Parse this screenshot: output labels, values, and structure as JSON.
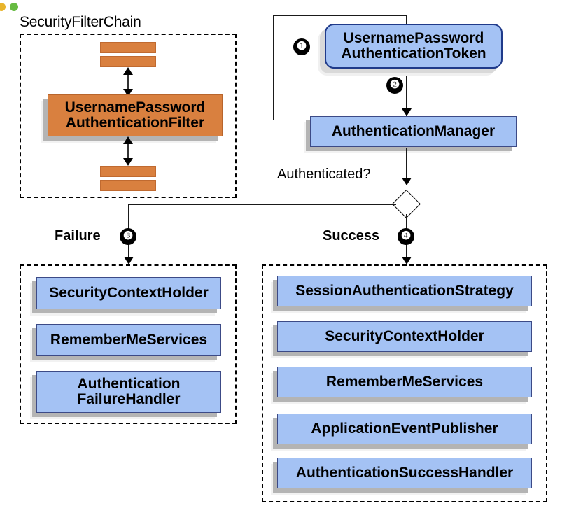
{
  "window": {
    "dots": [
      {
        "name": "amber-dot",
        "color": "#e8b42c"
      },
      {
        "name": "green-dot",
        "color": "#67bb42"
      }
    ]
  },
  "diagram": {
    "title": "SecurityFilterChain",
    "palette": {
      "blue_fill": "#a4c2f4",
      "blue_border": "#3c4a86",
      "orange_fill": "#d9803f",
      "orange_border": "#b8652c",
      "shadow": "#b4b4b4",
      "line": "#000000",
      "dashed_border": "#000000"
    },
    "filter_chain": {
      "label": "SecurityFilterChain",
      "filter_node": "UsernamePassword\nAuthenticationFilter",
      "upper_bars": 2,
      "lower_bars": 2
    },
    "flow": {
      "token_node": "UsernamePassword\nAuthenticationToken",
      "manager_node": "AuthenticationManager",
      "decision_label": "Authenticated?",
      "failure_label": "Failure",
      "success_label": "Success"
    },
    "badges": [
      {
        "id": "step-1",
        "text": "❶",
        "number": 1
      },
      {
        "id": "step-2",
        "text": "❷",
        "number": 2
      },
      {
        "id": "step-3",
        "text": "❸",
        "number": 3
      },
      {
        "id": "step-4",
        "text": "❹",
        "number": 4
      }
    ],
    "failure_branch": {
      "label": "Failure",
      "nodes": [
        "SecurityContextHolder",
        "RememberMeServices",
        "Authentication\nFailureHandler"
      ]
    },
    "success_branch": {
      "label": "Success",
      "nodes": [
        "SessionAuthenticationStrategy",
        "SecurityContextHolder",
        "RememberMeServices",
        "ApplicationEventPublisher",
        "AuthenticationSuccessHandler"
      ]
    }
  }
}
